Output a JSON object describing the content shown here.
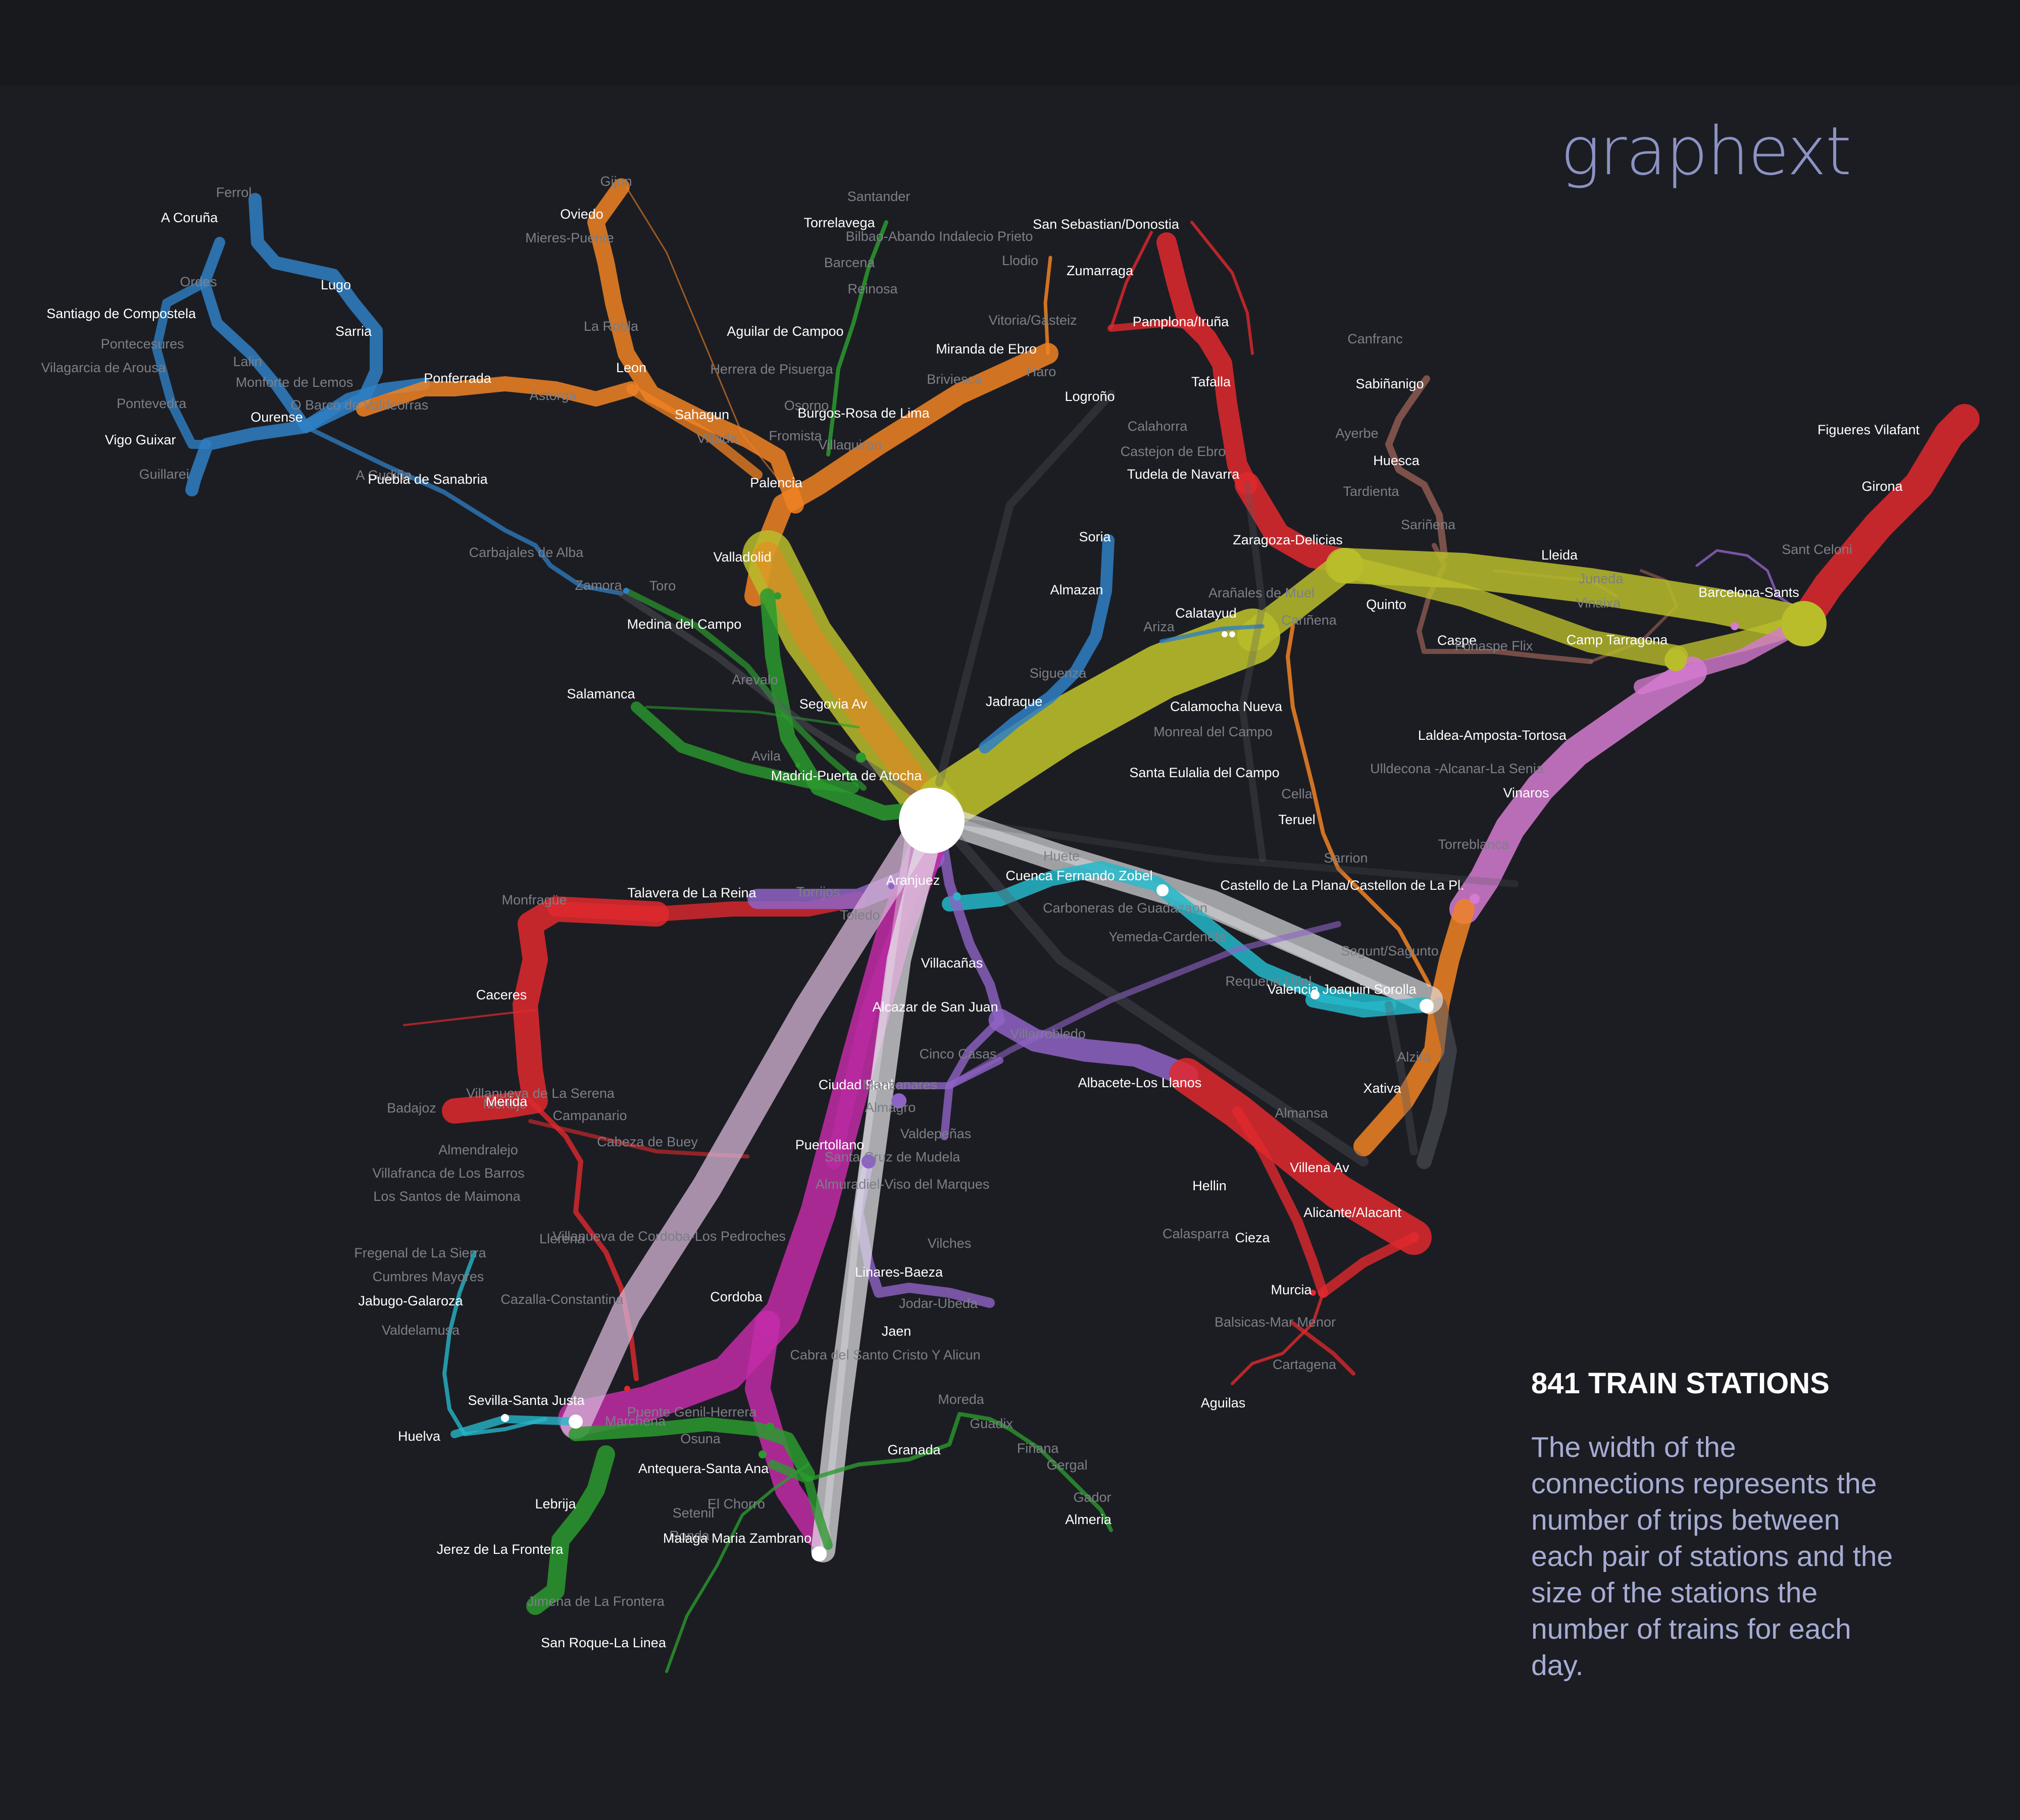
{
  "brand": {
    "name": "graphext"
  },
  "info": {
    "title": "841 TRAIN STATIONS",
    "description": "The width of the connections represents the number of trips between each pair of stations and the size of the stations the number of trains  for each day."
  },
  "colors": {
    "background": "#1c1d22",
    "northwest": "#2f7fc4",
    "north": "#f08323",
    "green": "#2a9a2e",
    "red": "#e0292e",
    "olive": "#b9bd2a",
    "brown": "#8c5a50",
    "pink": "#d57bd0",
    "purple": "#8e63c6",
    "cyan": "#25b7c9",
    "magenta": "#c22ba7",
    "white": "#e6e6ea",
    "gray": "#555860"
  },
  "stations": [
    {
      "name": "Ferrol",
      "major": false
    },
    {
      "name": "A Coruña",
      "major": true
    },
    {
      "name": "Ordes",
      "major": false
    },
    {
      "name": "Lugo",
      "major": true
    },
    {
      "name": "Santiago de Compostela",
      "major": true
    },
    {
      "name": "Sarria",
      "major": true
    },
    {
      "name": "Pontecesures",
      "major": false
    },
    {
      "name": "Vilagarcia de Arousa",
      "major": false
    },
    {
      "name": "Lalin",
      "major": false
    },
    {
      "name": "Monforte de Lemos",
      "major": false
    },
    {
      "name": "Ponferrada",
      "major": true
    },
    {
      "name": "Pontevedra",
      "major": false
    },
    {
      "name": "Ourense",
      "major": true
    },
    {
      "name": "O Barco de Valdeorras",
      "major": false
    },
    {
      "name": "Astorga",
      "major": false
    },
    {
      "name": "Vigo Guixar",
      "major": true
    },
    {
      "name": "Guillarei",
      "major": false
    },
    {
      "name": "A Gudiña",
      "major": false
    },
    {
      "name": "Puebla de Sanabria",
      "major": true
    },
    {
      "name": "Carbajales de Alba",
      "major": false
    },
    {
      "name": "Zamora",
      "major": false
    },
    {
      "name": "Toro",
      "major": false
    },
    {
      "name": "Gijon",
      "major": false
    },
    {
      "name": "Oviedo",
      "major": true
    },
    {
      "name": "Mieres-Puente",
      "major": false
    },
    {
      "name": "La Robla",
      "major": false
    },
    {
      "name": "Leon",
      "major": true
    },
    {
      "name": "Sahagun",
      "major": true
    },
    {
      "name": "Villada",
      "major": false
    },
    {
      "name": "Palencia",
      "major": true
    },
    {
      "name": "Valladolid",
      "major": true
    },
    {
      "name": "Medina del Campo",
      "major": true
    },
    {
      "name": "Salamanca",
      "major": true
    },
    {
      "name": "Arevalo",
      "major": false
    },
    {
      "name": "Segovia Av",
      "major": true
    },
    {
      "name": "Avila",
      "major": false
    },
    {
      "name": "Santander",
      "major": false
    },
    {
      "name": "Torrelavega",
      "major": true
    },
    {
      "name": "Barcena",
      "major": false
    },
    {
      "name": "Reinosa",
      "major": false
    },
    {
      "name": "Aguilar de Campoo",
      "major": true
    },
    {
      "name": "Herrera de Pisuerga",
      "major": false
    },
    {
      "name": "Osorno",
      "major": false
    },
    {
      "name": "Fromista",
      "major": false
    },
    {
      "name": "Villaquiran",
      "major": false
    },
    {
      "name": "Burgos-Rosa de Lima",
      "major": true
    },
    {
      "name": "Bilbao-Abando Indalecio Prieto",
      "major": false
    },
    {
      "name": "Llodio",
      "major": false
    },
    {
      "name": "San Sebastian/Donostia",
      "major": true
    },
    {
      "name": "Zumarraga",
      "major": true
    },
    {
      "name": "Vitoria/Gasteiz",
      "major": false
    },
    {
      "name": "Miranda de Ebro",
      "major": true
    },
    {
      "name": "Briviesca",
      "major": false
    },
    {
      "name": "Haro",
      "major": false
    },
    {
      "name": "Pamplona/Iruña",
      "major": true
    },
    {
      "name": "Logroño",
      "major": true
    },
    {
      "name": "Tafalla",
      "major": true
    },
    {
      "name": "Calahorra",
      "major": false
    },
    {
      "name": "Castejon de Ebro",
      "major": false
    },
    {
      "name": "Tudela de Navarra",
      "major": true
    },
    {
      "name": "Canfranc",
      "major": false
    },
    {
      "name": "Sabiñanigo",
      "major": true
    },
    {
      "name": "Ayerbe",
      "major": false
    },
    {
      "name": "Huesca",
      "major": true
    },
    {
      "name": "Tardienta",
      "major": false
    },
    {
      "name": "Sariñena",
      "major": false
    },
    {
      "name": "Zaragoza-Delicias",
      "major": true
    },
    {
      "name": "Lleida",
      "major": true
    },
    {
      "name": "Juneda",
      "major": false
    },
    {
      "name": "Vinaixa",
      "major": false
    },
    {
      "name": "Quinto",
      "major": true
    },
    {
      "name": "Arañales de Muel",
      "major": false
    },
    {
      "name": "Cariñena",
      "major": false
    },
    {
      "name": "Calatayud",
      "major": true
    },
    {
      "name": "Ariza",
      "major": false
    },
    {
      "name": "Caspe",
      "major": true
    },
    {
      "name": "Fonaspe Flix",
      "major": false
    },
    {
      "name": "Figueres Vilafant",
      "major": true
    },
    {
      "name": "Girona",
      "major": true
    },
    {
      "name": "Sant Celoni",
      "major": false
    },
    {
      "name": "Barcelona-Sants",
      "major": true
    },
    {
      "name": "Camp Tarragona",
      "major": true
    },
    {
      "name": "Soria",
      "major": true
    },
    {
      "name": "Almazan",
      "major": true
    },
    {
      "name": "Siguenza",
      "major": false
    },
    {
      "name": "Jadraque",
      "major": true
    },
    {
      "name": "Calamocha Nueva",
      "major": true
    },
    {
      "name": "Monreal del Campo",
      "major": false
    },
    {
      "name": "Santa Eulalia del Campo",
      "major": true
    },
    {
      "name": "Cella",
      "major": false
    },
    {
      "name": "Teruel",
      "major": true
    },
    {
      "name": "Sarrion",
      "major": false
    },
    {
      "name": "Laldea-Amposta-Tortosa",
      "major": true
    },
    {
      "name": "Ulldecona -Alcanar-La Senia",
      "major": false
    },
    {
      "name": "Vinaros",
      "major": true
    },
    {
      "name": "Torreblanca",
      "major": false
    },
    {
      "name": "Castello de La Plana/Castellon de La Pl.",
      "major": true
    },
    {
      "name": "Sagunt/Sagunto",
      "major": false
    },
    {
      "name": "Madrid-Puerta de Atocha",
      "major": true
    },
    {
      "name": "Aranjuez",
      "major": true
    },
    {
      "name": "Toledo",
      "major": false
    },
    {
      "name": "Talavera de La Reina",
      "major": true
    },
    {
      "name": "Torrijos",
      "major": false
    },
    {
      "name": "Monfragüe",
      "major": false
    },
    {
      "name": "Huete",
      "major": false
    },
    {
      "name": "Cuenca Fernando Zobel",
      "major": true
    },
    {
      "name": "Carboneras de Guadazaon",
      "major": false
    },
    {
      "name": "Yemeda-Cardenete",
      "major": false
    },
    {
      "name": "Requena Utiel",
      "major": false
    },
    {
      "name": "Valencia Joaquin Sorolla",
      "major": true
    },
    {
      "name": "Villacañas",
      "major": true
    },
    {
      "name": "Alcazar de San Juan",
      "major": true
    },
    {
      "name": "Villarrobledo",
      "major": false
    },
    {
      "name": "Cinco Casas",
      "major": false
    },
    {
      "name": "Albacete-Los Llanos",
      "major": true
    },
    {
      "name": "Alzira",
      "major": false
    },
    {
      "name": "Xativa",
      "major": true
    },
    {
      "name": "Almansa",
      "major": false
    },
    {
      "name": "Villena Av",
      "major": true
    },
    {
      "name": "Alicante/Alacant",
      "major": true
    },
    {
      "name": "Hellin",
      "major": true
    },
    {
      "name": "Calasparra",
      "major": false
    },
    {
      "name": "Cieza",
      "major": true
    },
    {
      "name": "Murcia",
      "major": true
    },
    {
      "name": "Balsicas-Mar Menor",
      "major": false
    },
    {
      "name": "Cartagena",
      "major": false
    },
    {
      "name": "Aguilas",
      "major": true
    },
    {
      "name": "Caceres",
      "major": true
    },
    {
      "name": "Badajoz",
      "major": false
    },
    {
      "name": "Montijo",
      "major": false
    },
    {
      "name": "Merida",
      "major": true
    },
    {
      "name": "Villanueva de La Serena",
      "major": false
    },
    {
      "name": "Campanario",
      "major": false
    },
    {
      "name": "Cabeza de Buey",
      "major": false
    },
    {
      "name": "Almendralejo",
      "major": false
    },
    {
      "name": "Villafranca de Los Barros",
      "major": false
    },
    {
      "name": "Los Santos de Maimona",
      "major": false
    },
    {
      "name": "Llerena",
      "major": false
    },
    {
      "name": "Fregenal de La Sierra",
      "major": false
    },
    {
      "name": "Cumbres Mayores",
      "major": false
    },
    {
      "name": "Jabugo-Galaroza",
      "major": true
    },
    {
      "name": "Valdelamusa",
      "major": false
    },
    {
      "name": "Huelva",
      "major": true
    },
    {
      "name": "Cazalla-Constantina",
      "major": false
    },
    {
      "name": "Villanueva de Cordoba-Los Pedroches",
      "major": false
    },
    {
      "name": "Ciudad Real",
      "major": true
    },
    {
      "name": "Manzanares",
      "major": false
    },
    {
      "name": "Almagro",
      "major": false
    },
    {
      "name": "Valdepeñas",
      "major": false
    },
    {
      "name": "Puertollano",
      "major": true
    },
    {
      "name": "Santa Cruz de Mudela",
      "major": false
    },
    {
      "name": "Almuradiel-Viso del Marques",
      "major": false
    },
    {
      "name": "Vilches",
      "major": false
    },
    {
      "name": "Linares-Baeza",
      "major": true
    },
    {
      "name": "Jodar-Ubeda",
      "major": false
    },
    {
      "name": "Jaen",
      "major": true
    },
    {
      "name": "Cabra del Santo Cristo Y Alicun",
      "major": false
    },
    {
      "name": "Cordoba",
      "major": true
    },
    {
      "name": "Sevilla-Santa Justa",
      "major": true
    },
    {
      "name": "Marchena",
      "major": false
    },
    {
      "name": "Puente Genil-Herrera",
      "major": false
    },
    {
      "name": "Osuna",
      "major": false
    },
    {
      "name": "Antequera-Santa Ana",
      "major": true
    },
    {
      "name": "Moreda",
      "major": false
    },
    {
      "name": "Guadix",
      "major": false
    },
    {
      "name": "Granada",
      "major": true
    },
    {
      "name": "Fiñana",
      "major": false
    },
    {
      "name": "Gergal",
      "major": false
    },
    {
      "name": "Gador",
      "major": false
    },
    {
      "name": "Almeria",
      "major": true
    },
    {
      "name": "Lebrija",
      "major": true
    },
    {
      "name": "El Chorro",
      "major": false
    },
    {
      "name": "Setenil",
      "major": false
    },
    {
      "name": "Ronda",
      "major": false
    },
    {
      "name": "Malaga Maria Zambrano",
      "major": true
    },
    {
      "name": "Jerez de La Frontera",
      "major": true
    },
    {
      "name": "Jimena de La Frontera",
      "major": false
    },
    {
      "name": "San Roque-La Linea",
      "major": true
    }
  ]
}
